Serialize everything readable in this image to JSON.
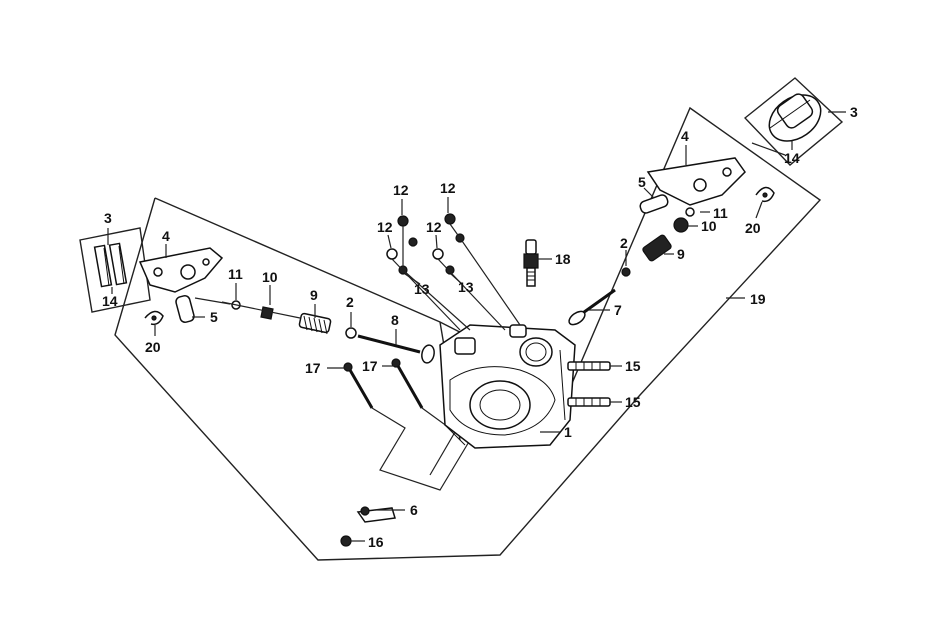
{
  "callouts": {
    "c1": "1",
    "c2a": "2",
    "c2b": "2",
    "c3a": "3",
    "c3b": "3",
    "c4a": "4",
    "c4b": "4",
    "c5a": "5",
    "c5b": "5",
    "c6": "6",
    "c7": "7",
    "c8": "8",
    "c9a": "9",
    "c9b": "9",
    "c10a": "10",
    "c10b": "10",
    "c11a": "11",
    "c11b": "11",
    "c12a": "12",
    "c12b": "12",
    "c12c": "12",
    "c12d": "12",
    "c13a": "13",
    "c13b": "13",
    "c14a": "14",
    "c14b": "14",
    "c15a": "15",
    "c15b": "15",
    "c16": "16",
    "c17a": "17",
    "c17b": "17",
    "c18": "18",
    "c19": "19",
    "c20a": "20",
    "c20b": "20"
  }
}
